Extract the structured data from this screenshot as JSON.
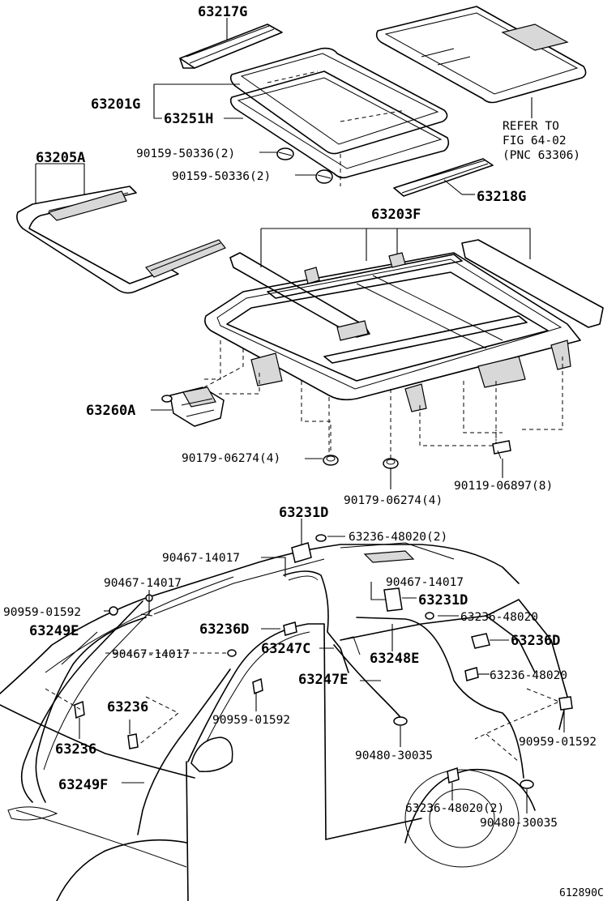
{
  "labels": {
    "p63217g": "63217G",
    "p63201g": "63201G",
    "p63251h": "63251H",
    "p90159a": "90159-50336(2)",
    "p90159b": "90159-50336(2)",
    "p63205a": "63205A",
    "refer1": "REFER TO",
    "refer2": "FIG 64-02",
    "refer3": "(PNC 63306)",
    "p63218g": "63218G",
    "p63203f": "63203F",
    "p63260a": "63260A",
    "p90179a": "90179-06274(4)",
    "p90179b": "90179-06274(4)",
    "p90119": "90119-06897(8)",
    "p63231d_a": "63231D",
    "p63236_48020_a": "63236-48020(2)",
    "p90467_a": "90467-14017",
    "p90467_b": "90467-14017",
    "p90467_c": "90467-14017",
    "p90467_d": "90467-14017",
    "p90959_a": "90959-01592",
    "p63249e": "63249E",
    "p63236d_a": "63236D",
    "p63231d_b": "63231D",
    "p63236_48020_b": "63236-48020",
    "p63236d_b": "63236D",
    "p63247c": "63247C",
    "p63248e": "63248E",
    "p63247e": "63247E",
    "p63236_48020_c": "63236-48020",
    "p63236_a": "63236",
    "p90959_b": "90959-01592",
    "p90959_c": "90959-01592",
    "p63236_b": "63236",
    "p90480_a": "90480-30035",
    "p63249f": "63249F",
    "p63236_48020_d": "63236-48020(2)",
    "p90480_b": "90480-30035",
    "figcode": "612890C"
  }
}
